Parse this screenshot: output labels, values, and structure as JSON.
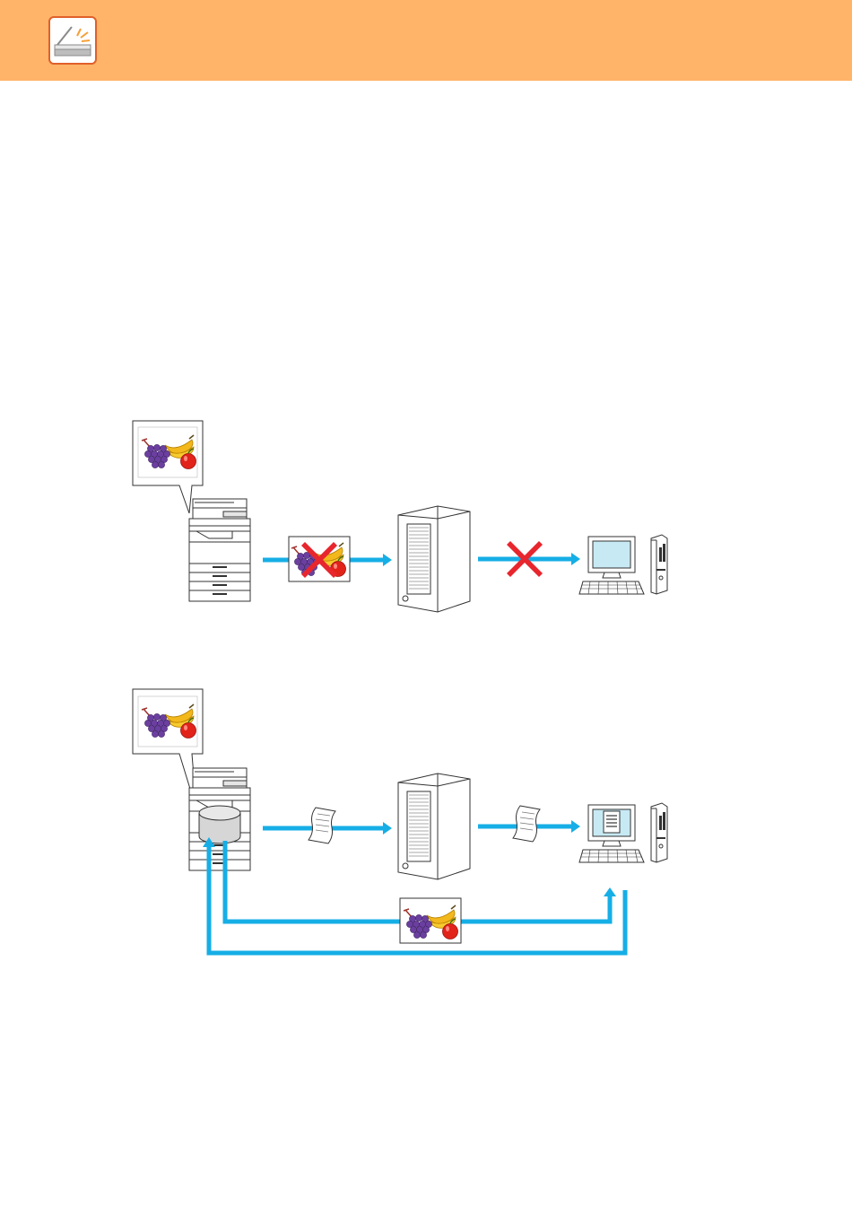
{
  "header": {
    "icon": "scanner-icon",
    "color": "#ffb469"
  },
  "colors": {
    "arrow": "#16aee6",
    "cross": "#e8262d",
    "icon_border": "#e0602a"
  },
  "diagrams": [
    {
      "id": "top",
      "nodes": [
        "multifunction-printer",
        "server",
        "computer"
      ],
      "payload_image": "fruit-image",
      "delivery_blocked": true
    },
    {
      "id": "bottom",
      "nodes": [
        "multifunction-printer",
        "server",
        "computer"
      ],
      "payload": "document",
      "direct_transfer_image": "fruit-image",
      "delivery_blocked": false
    }
  ]
}
